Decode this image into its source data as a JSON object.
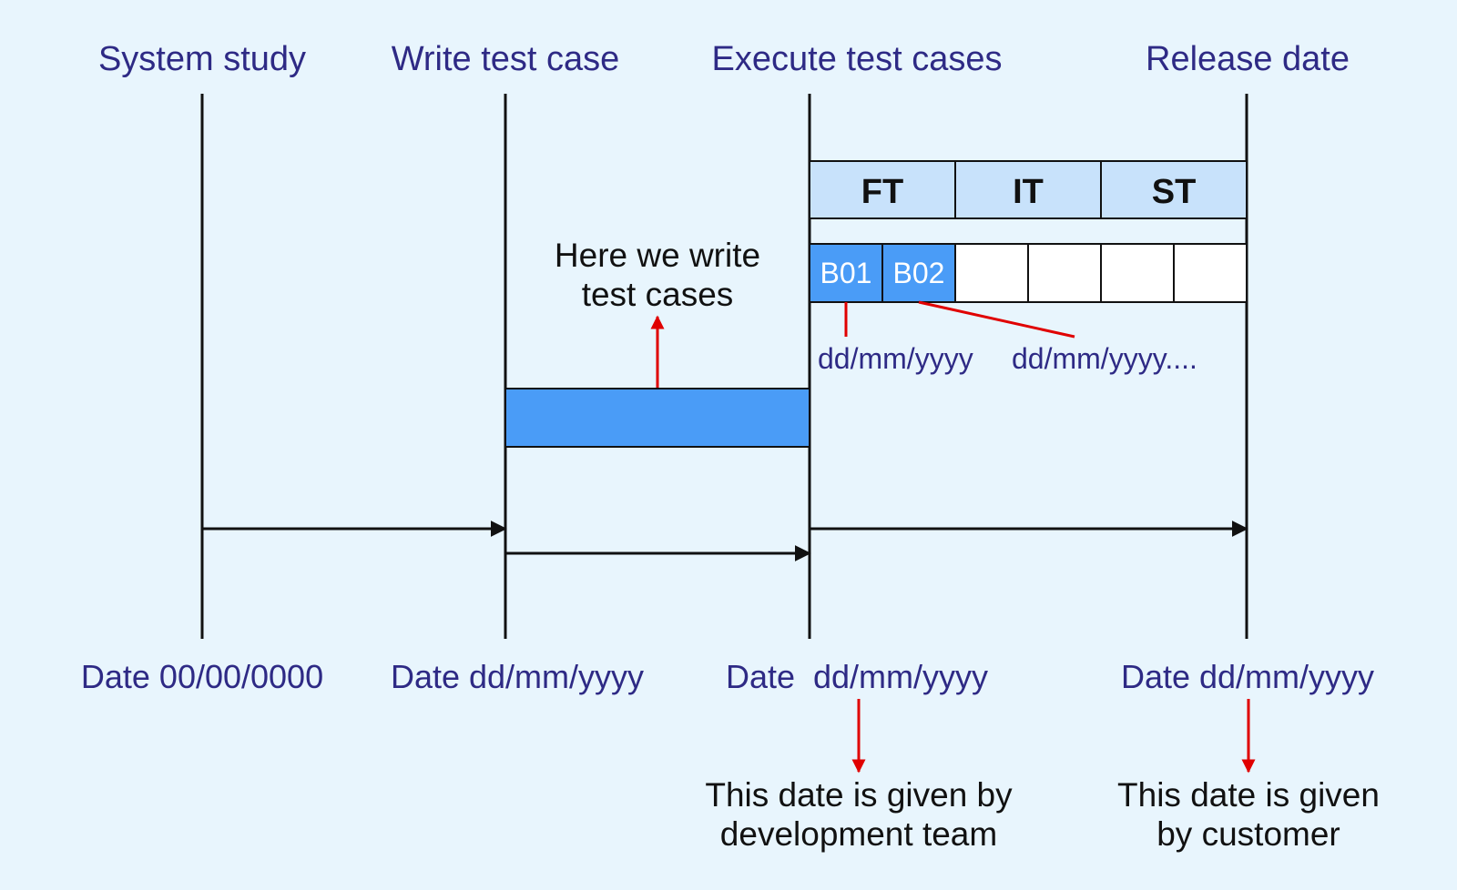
{
  "phases": [
    {
      "title": "System study",
      "date": "Date 00/00/0000"
    },
    {
      "title": "Write test case",
      "date": "Date dd/mm/yyyy"
    },
    {
      "title": "Execute test cases",
      "date": "Date  dd/mm/yyyy"
    },
    {
      "title": "Release date",
      "date": "Date dd/mm/yyyy"
    }
  ],
  "test_levels": [
    "FT",
    "IT",
    "ST"
  ],
  "builds": [
    "B01",
    "B02",
    "",
    "",
    "",
    ""
  ],
  "build_dates": [
    "dd/mm/yyyy",
    "dd/mm/yyyy...."
  ],
  "notes": {
    "write_cases": [
      "Here we write",
      "test cases"
    ],
    "dev_team": [
      "This date is given by",
      "development team"
    ],
    "customer": [
      "This date is given",
      "by customer"
    ]
  },
  "colors": {
    "background": "#e8f5fd",
    "title_text": "#2e2a85",
    "level_fill": "#c8e2fb",
    "build_fill": "#4a9cf7",
    "bar_fill": "#4a9cf7",
    "pointer_arrow": "#e00000",
    "lines": "#111111"
  }
}
